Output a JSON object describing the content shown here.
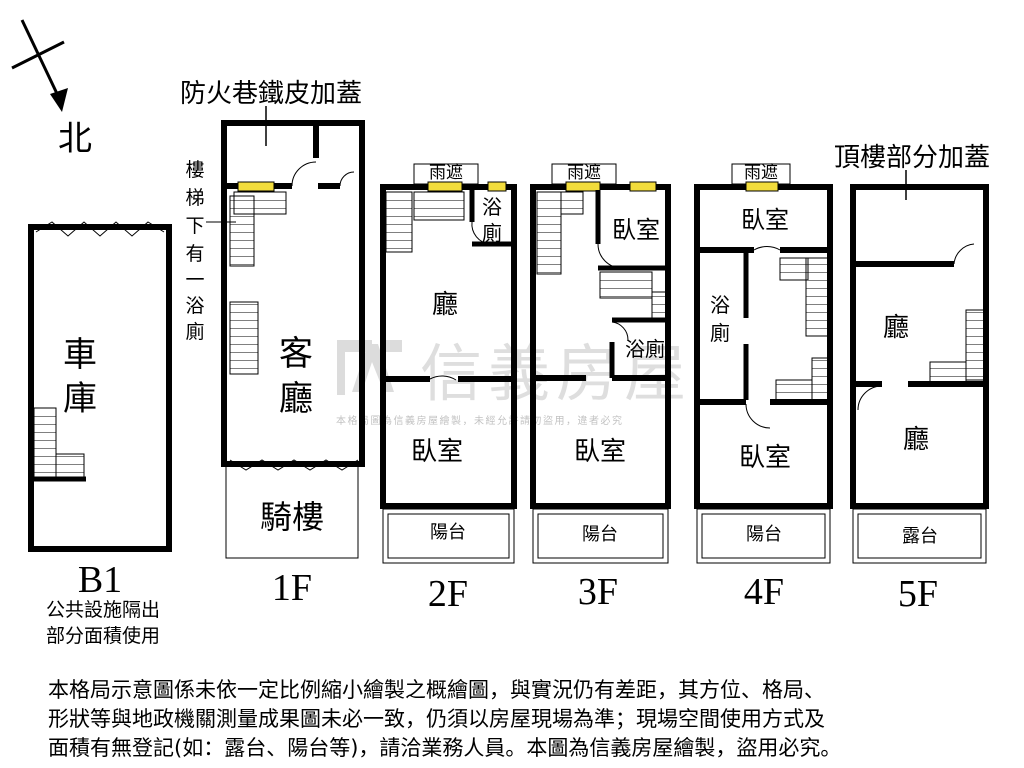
{
  "north": {
    "label": "北"
  },
  "watermark": {
    "brand": "信義房屋",
    "small": "本格局圖為信義房屋繪製，未經允許請勿盜用，違者必究"
  },
  "floors": {
    "b1": {
      "label": "B1",
      "room": "車\n庫",
      "room_line1": "車",
      "room_line2": "庫",
      "note_line1": "公共設施隔出",
      "note_line2": "部分面積使用"
    },
    "f1": {
      "label": "1F",
      "top_annotation": "防火巷鐵皮加蓋",
      "side_annotation": [
        "樓",
        "梯",
        "下",
        "有",
        "一",
        "浴",
        "廁"
      ],
      "living_line1": "客",
      "living_line2": "廳",
      "arcade": "騎樓"
    },
    "f2": {
      "label": "2F",
      "canopy": "雨遮",
      "bath_line1": "浴",
      "bath_line2": "廁",
      "hall": "廳",
      "bedroom": "臥室",
      "balcony": "陽台"
    },
    "f3": {
      "label": "3F",
      "canopy": "雨遮",
      "bedroom_top": "臥室",
      "bath": "浴廁",
      "bedroom": "臥室",
      "balcony": "陽台"
    },
    "f4": {
      "label": "4F",
      "canopy": "雨遮",
      "bedroom_top": "臥室",
      "bath_line1": "浴",
      "bath_line2": "廁",
      "bedroom": "臥室",
      "balcony": "陽台"
    },
    "f5": {
      "label": "5F",
      "top_annotation": "頂樓部分加蓋",
      "hall_top": "廳",
      "hall": "廳",
      "terrace": "露台"
    }
  },
  "disclaimer": {
    "line1": "本格局示意圖係未依一定比例縮小繪製之概繪圖，與實況仍有差距，其方位、格局、",
    "line2": "形狀等與地政機關測量成果圖未必一致，仍須以房屋現場為準；現場空間使用方式及",
    "line3": "面積有無登記(如：露台、陽台等)，請洽業務人員。本圖為信義房屋繪製，盜用必究。"
  },
  "colors": {
    "wall": "#000000",
    "window": "#f2dc3c",
    "watermark": "#d9d9d9"
  }
}
